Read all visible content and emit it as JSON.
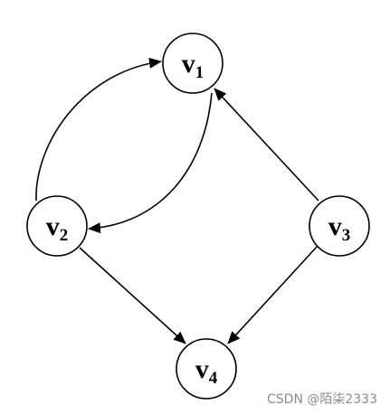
{
  "graph": {
    "nodes": [
      {
        "id": "v1",
        "letter": "v",
        "sub": "1"
      },
      {
        "id": "v2",
        "letter": "v",
        "sub": "2"
      },
      {
        "id": "v3",
        "letter": "v",
        "sub": "3"
      },
      {
        "id": "v4",
        "letter": "v",
        "sub": "4"
      }
    ],
    "edges": [
      {
        "from": "v2",
        "to": "v1",
        "shape": "curved"
      },
      {
        "from": "v1",
        "to": "v2",
        "shape": "curved"
      },
      {
        "from": "v3",
        "to": "v1",
        "shape": "straight"
      },
      {
        "from": "v2",
        "to": "v4",
        "shape": "straight"
      },
      {
        "from": "v3",
        "to": "v4",
        "shape": "straight"
      }
    ]
  },
  "watermark": "CSDN @陌柒2333"
}
